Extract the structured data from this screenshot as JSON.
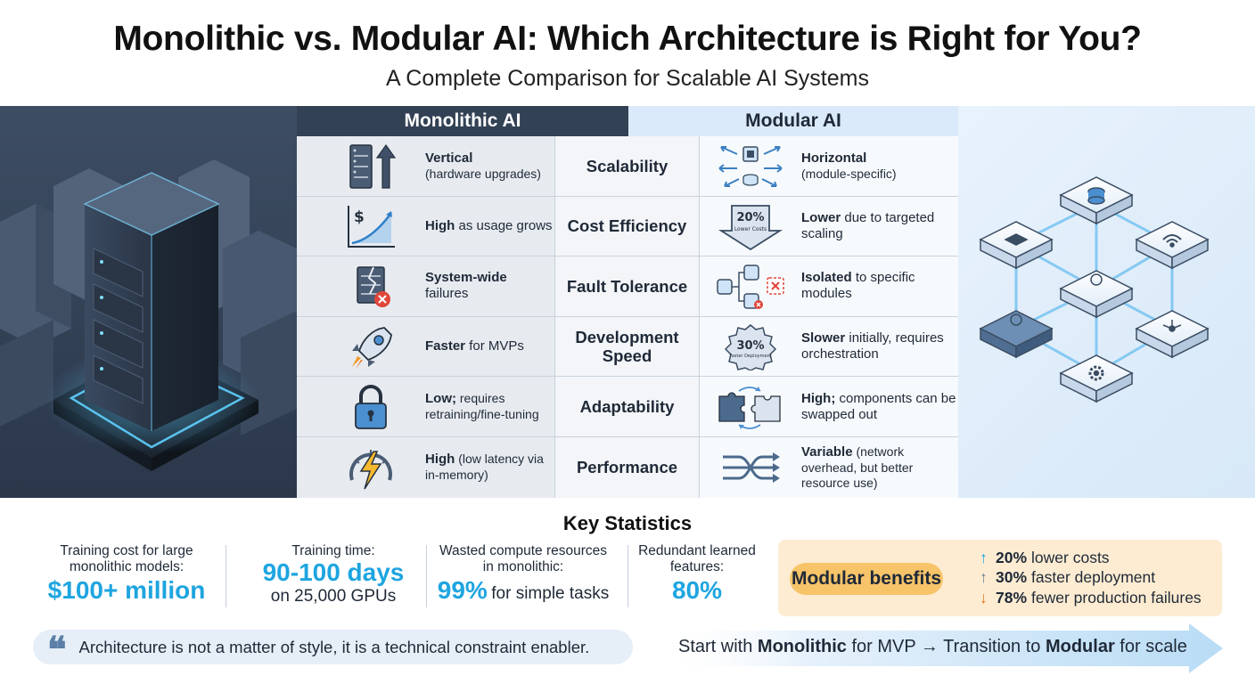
{
  "header": {
    "title": "Monolithic vs. Modular AI: Which Architecture is Right for You?",
    "subtitle": "A Complete Comparison for Scalable AI Systems"
  },
  "table": {
    "mono_header": "Monolithic AI",
    "mod_header": "Modular AI",
    "rows": [
      {
        "criterion": "Scalability",
        "mono_bold": "Vertical",
        "mono_rest": "(hardware upgrades)",
        "mod_bold": "Horizontal",
        "mod_rest": "(module-specific)",
        "mono_icon": "server-upgrade-icon",
        "mod_icon": "chip-network-icon"
      },
      {
        "criterion": "Cost Efficiency",
        "mono_bold": "High",
        "mono_rest": "as usage grows",
        "mod_bold": "Lower",
        "mod_rest": "due to targeted scaling",
        "mono_icon": "cost-growth-chart-icon",
        "mod_icon": "lower-costs-arrow-icon",
        "mod_icon_text": "20%",
        "mod_icon_sub": "Lower Costs"
      },
      {
        "criterion": "Fault Tolerance",
        "mono_bold": "System-wide",
        "mono_rest": "failures",
        "mod_bold": "Isolated",
        "mod_rest": "to specific modules",
        "mono_icon": "broken-server-icon",
        "mod_icon": "isolated-module-icon"
      },
      {
        "criterion": "Development Speed",
        "mono_bold": "Faster",
        "mono_rest": "for MVPs",
        "mod_bold": "Slower",
        "mod_rest": "initially, requires orchestration",
        "mono_icon": "rocket-icon",
        "mod_icon": "faster-deployment-badge-icon",
        "mod_icon_text": "30%",
        "mod_icon_sub": "Faster Deployment"
      },
      {
        "criterion": "Adaptability",
        "mono_bold": "Low;",
        "mono_rest": "requires retraining/fine-tuning",
        "mod_bold": "High;",
        "mod_rest": "components can be swapped out",
        "mono_icon": "padlock-icon",
        "mod_icon": "puzzle-swap-icon"
      },
      {
        "criterion": "Performance",
        "mono_bold": "High",
        "mono_rest": "(low latency via in-memory)",
        "mod_bold": "Variable",
        "mod_rest": "(network overhead, but better resource use)",
        "mono_icon": "lightning-gauge-icon",
        "mod_icon": "shuffle-arrows-icon"
      }
    ]
  },
  "stats": {
    "title": "Key Statistics",
    "s1_label": "Training cost for large monolithic models:",
    "s1_value": "$100+ million",
    "s2_label": "Training time:",
    "s2_value": "90-100 days",
    "s2_sub": "on 25,000 GPUs",
    "s3_label": "Wasted compute resources in monolithic:",
    "s3_value": "99%",
    "s3_sub": "for simple tasks",
    "s4_label": "Redundant learned features:",
    "s4_value": "80%"
  },
  "benefits": {
    "label": "Modular benefits",
    "items": [
      {
        "value": "20%",
        "text": "lower costs",
        "arrow": "↑",
        "color": "#1ea5e0"
      },
      {
        "value": "30%",
        "text": "faster deployment",
        "arrow": "↑",
        "color": "#6b7f95"
      },
      {
        "value": "78%",
        "text": "fewer production failures",
        "arrow": "↓",
        "color": "#e8731a"
      }
    ]
  },
  "quote": {
    "mark": "❝",
    "text": "Architecture is not a matter of style, it is a technical constraint enabler."
  },
  "cta": {
    "t1": "Start with ",
    "b1": "Monolithic",
    "t2": " for MVP → Transition to ",
    "b2": "Modular",
    "t3": " for scale"
  },
  "colors": {
    "accent": "#1ea5e0",
    "dark_header": "#334155",
    "light_header": "#dbeafa",
    "benefit_bg": "#fdecd2",
    "benefit_pill": "#f7c46a"
  },
  "art": {
    "left": "monolithic-server-illustration",
    "right": "modular-hexagon-network-illustration"
  }
}
